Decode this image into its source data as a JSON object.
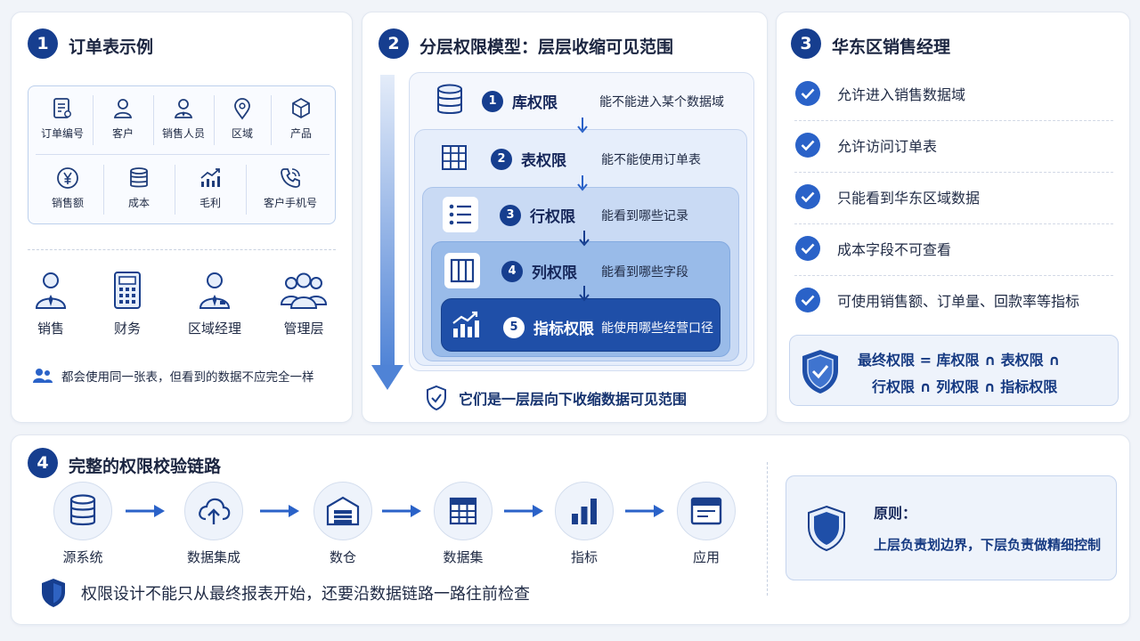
{
  "colors": {
    "primary": "#163e8f",
    "accent": "#2a62c8",
    "light_blue": "#eef3fb"
  },
  "p1": {
    "num": "1",
    "title": "订单表示例",
    "fields": [
      {
        "label": "订单编号",
        "icon": "document-icon"
      },
      {
        "label": "客户",
        "icon": "user-icon"
      },
      {
        "label": "销售人员",
        "icon": "sales-person-icon"
      },
      {
        "label": "区域",
        "icon": "location-pin-icon"
      },
      {
        "label": "产品",
        "icon": "box-icon"
      },
      {
        "label": "销售额",
        "icon": "yen-icon"
      },
      {
        "label": "成本",
        "icon": "coins-icon"
      },
      {
        "label": "毛利",
        "icon": "trend-chart-icon"
      },
      {
        "label": "客户手机号",
        "icon": "phone-icon"
      }
    ],
    "roles": [
      {
        "label": "销售",
        "icon": "salesperson-icon"
      },
      {
        "label": "财务",
        "icon": "calculator-icon"
      },
      {
        "label": "区域经理",
        "icon": "manager-icon"
      },
      {
        "label": "管理层",
        "icon": "group-icon"
      }
    ],
    "note": "都会使用同一张表，但看到的数据不应完全一样"
  },
  "p2": {
    "num": "2",
    "title": "分层权限模型：层层收缩可见范围",
    "layers": [
      {
        "num": "1",
        "name": "库权限",
        "desc": "能不能进入某个数据域",
        "icon": "database-icon"
      },
      {
        "num": "2",
        "name": "表权限",
        "desc": "能不能使用订单表",
        "icon": "table-icon"
      },
      {
        "num": "3",
        "name": "行权限",
        "desc": "能看到哪些记录",
        "icon": "list-icon"
      },
      {
        "num": "4",
        "name": "列权限",
        "desc": "能看到哪些字段",
        "icon": "columns-icon"
      },
      {
        "num": "5",
        "name": "指标权限",
        "desc": "能使用哪些经营口径",
        "icon": "bar-trend-icon"
      }
    ],
    "footer": "它们是一层层向下收缩数据可见范围"
  },
  "p3": {
    "num": "3",
    "title": "华东区销售经理",
    "checks": [
      "允许进入销售数据域",
      "允许访问订单表",
      "只能看到华东区域数据",
      "成本字段不可查看",
      "可使用销售额、订单量、回款率等指标"
    ],
    "final_line1": "最终权限 = 库权限 ∩ 表权限 ∩",
    "final_line2": "行权限 ∩ 列权限 ∩ 指标权限"
  },
  "p4": {
    "num": "4",
    "title": "完整的权限校验链路",
    "nodes": [
      {
        "label": "源系统",
        "icon": "database-icon"
      },
      {
        "label": "数据集成",
        "icon": "cloud-upload-icon"
      },
      {
        "label": "数仓",
        "icon": "warehouse-icon"
      },
      {
        "label": "数据集",
        "icon": "table-icon"
      },
      {
        "label": "指标",
        "icon": "bar-chart-icon"
      },
      {
        "label": "应用",
        "icon": "app-window-icon"
      }
    ],
    "principle_title": "原则：",
    "principle_text": "上层负责划边界，下层负责做精细控制",
    "footer": "权限设计不能只从最终报表开始，还要沿数据链路一路往前检查"
  }
}
